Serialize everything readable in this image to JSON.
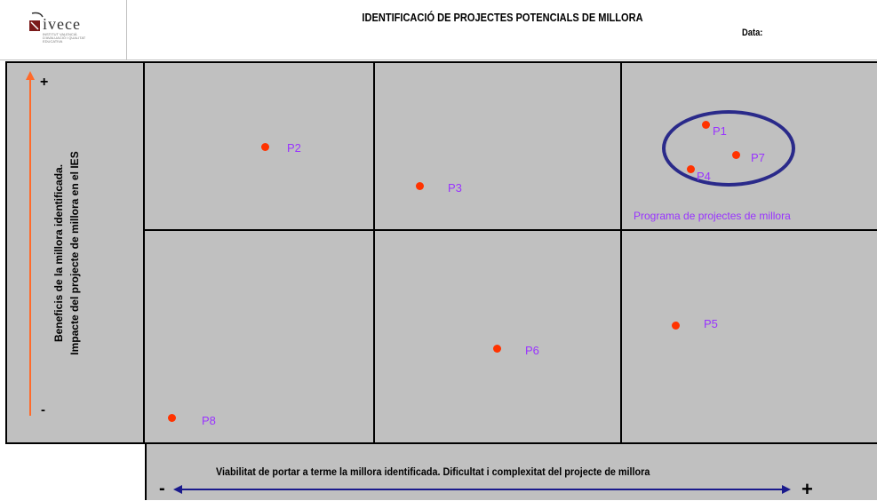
{
  "header": {
    "title": "IDENTIFICACIÓ DE PROJECTES POTENCIALS DE MILLORA",
    "date_label": "Data:",
    "logo_word": "ivece",
    "logo_sub": "INSTITUT VALENCIÀ D'AVALUACIÓ I QUALITAT EDUCATIVA"
  },
  "axes": {
    "y_title_line1": "Beneficis de la millora identificada.",
    "y_title_line2": "Impacte del projecte de millora en el IES",
    "y_plus": "+",
    "y_minus": "-",
    "x_title": "Viabilitat de portar a terme la millora identificada. Dificultat i complexitat del projecte de millora",
    "x_minus": "-",
    "x_plus": "+",
    "x_arrow_color": "#1a1a8c",
    "y_arrow_color": "#ff6a2a"
  },
  "points": [
    {
      "label": "P1"
    },
    {
      "label": "P2"
    },
    {
      "label": "P3"
    },
    {
      "label": "P4"
    },
    {
      "label": "P5"
    },
    {
      "label": "P6"
    },
    {
      "label": "P7"
    },
    {
      "label": "P8"
    }
  ],
  "group": {
    "label": "Programa de projectes de millora"
  }
}
